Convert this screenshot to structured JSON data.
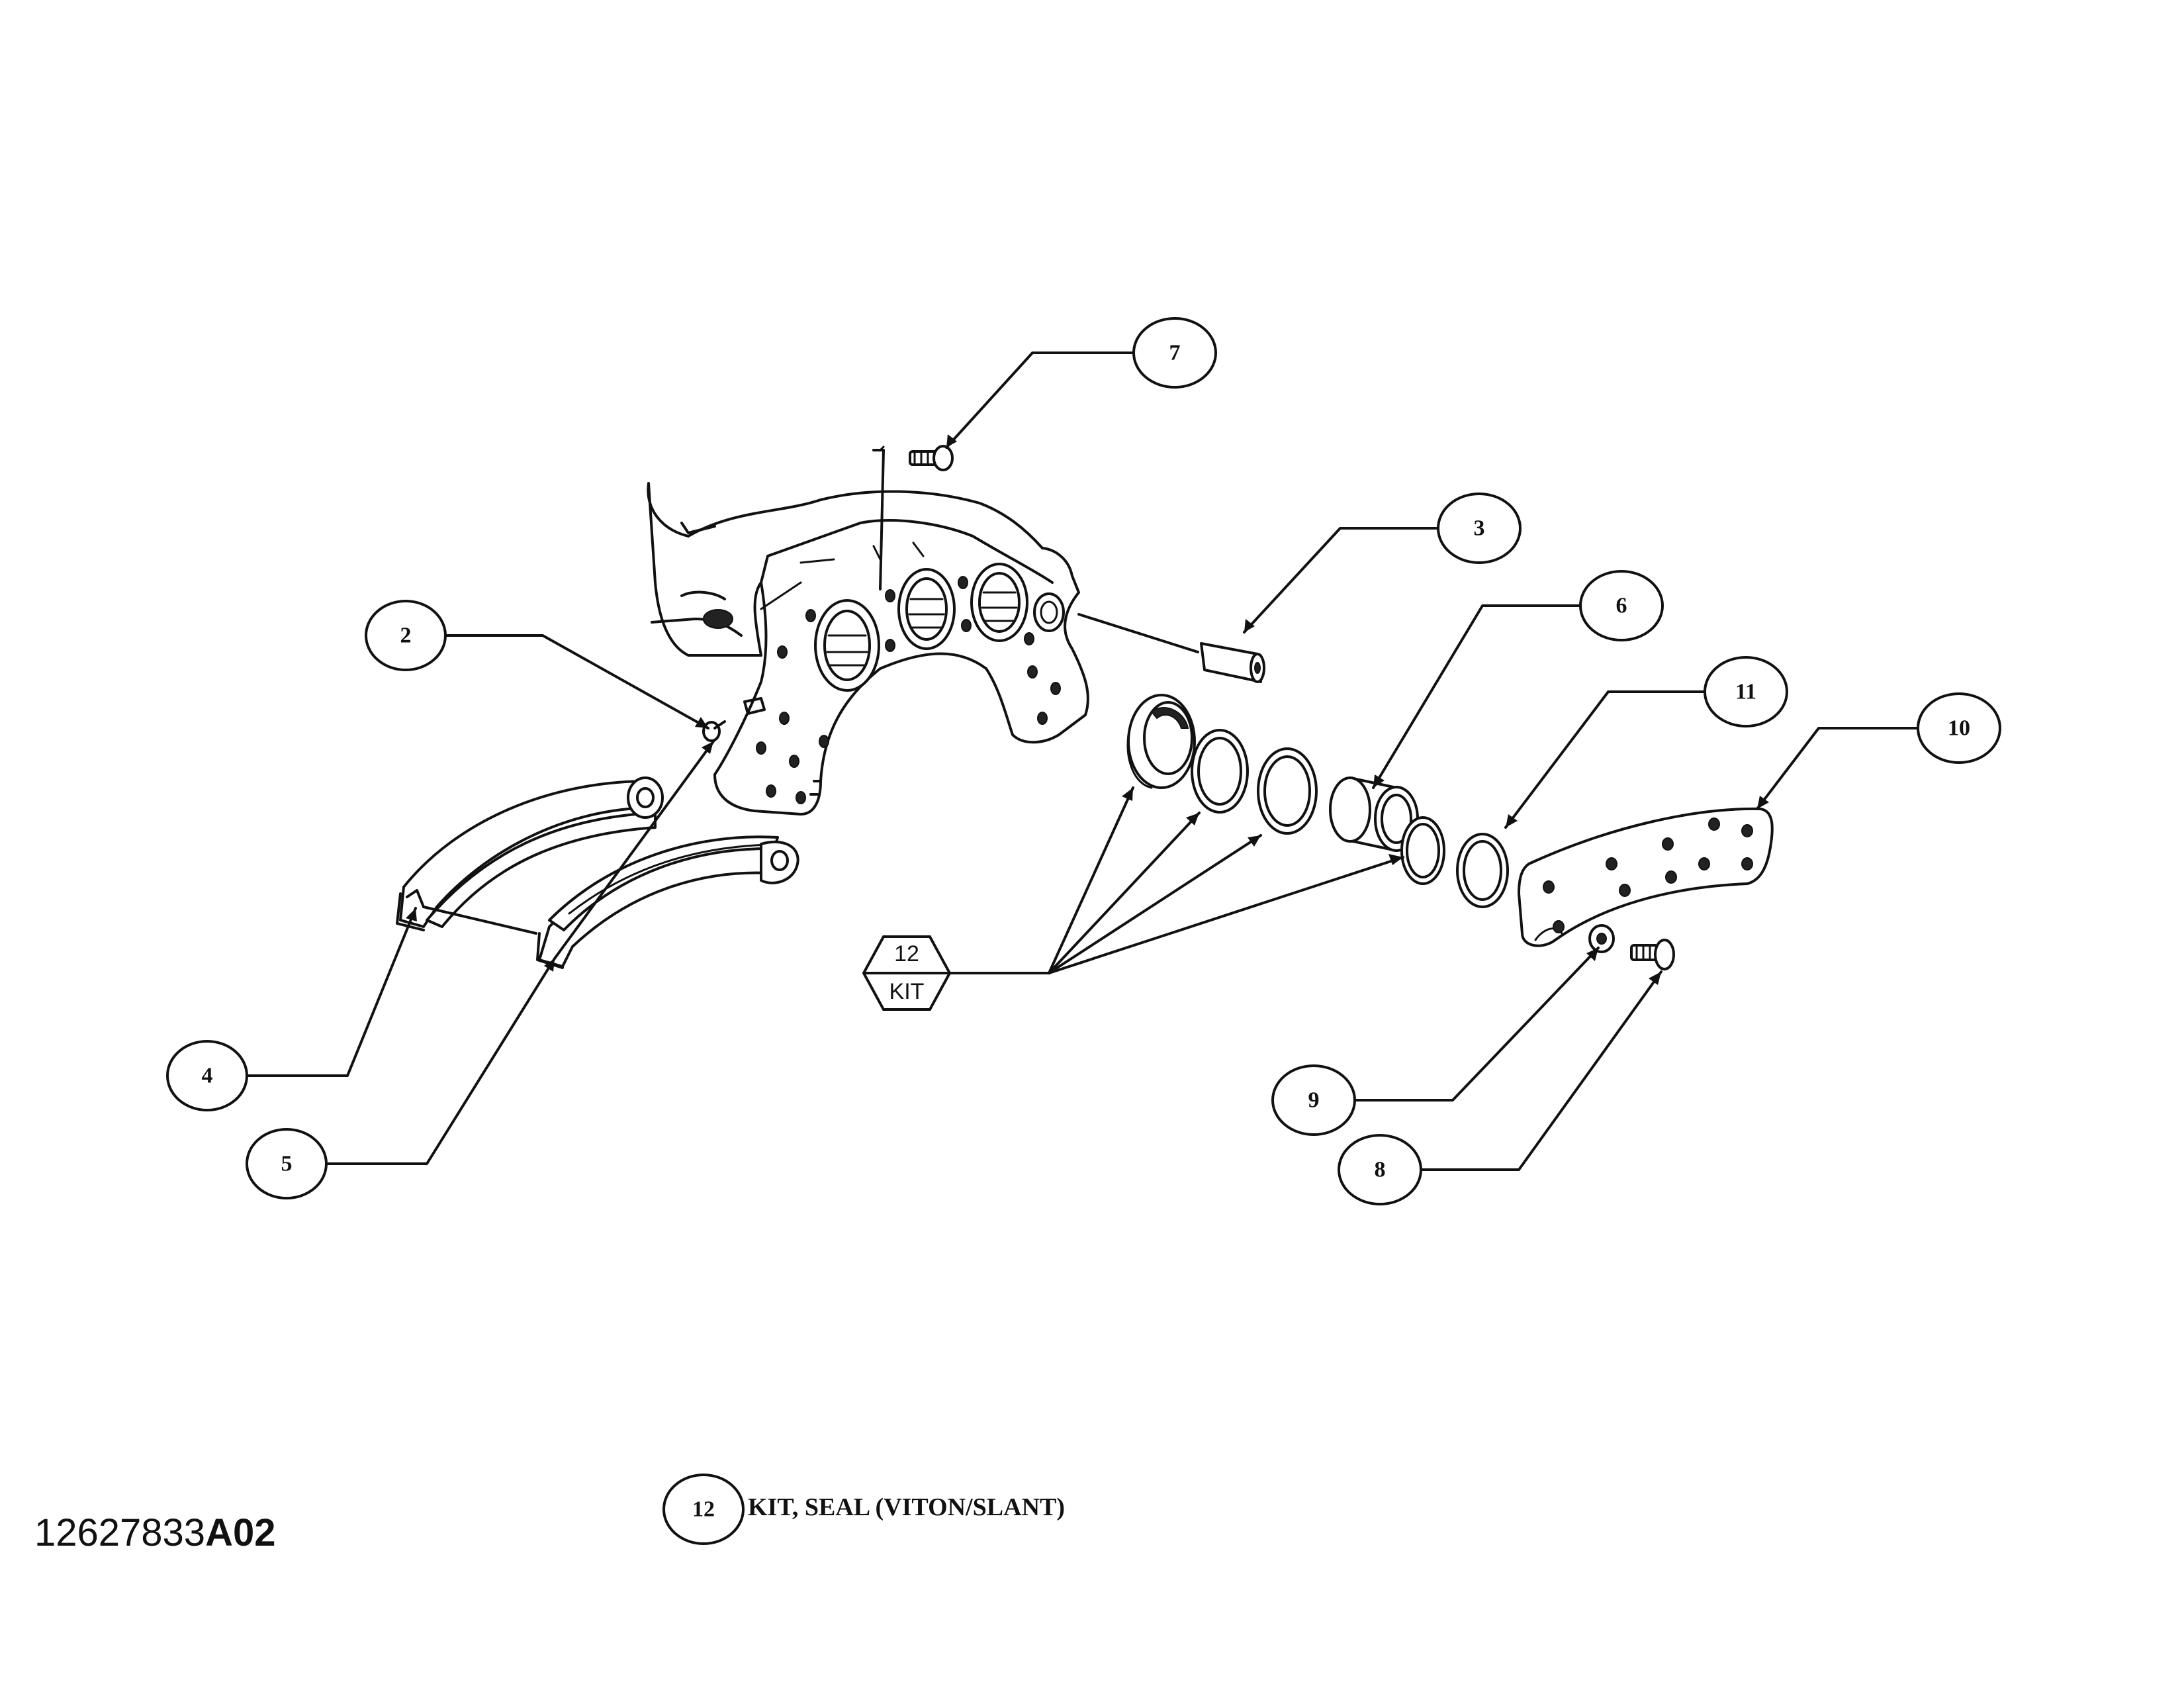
{
  "callouts": {
    "c2": "2",
    "c3": "3",
    "c4": "4",
    "c5": "5",
    "c6": "6",
    "c7": "7",
    "c8": "8",
    "c9": "9",
    "c10": "10",
    "c11": "11"
  },
  "kit_callout": {
    "number": "12",
    "label": "KIT"
  },
  "legend": {
    "number": "12",
    "text": "KIT, SEAL (VITON/SLANT)"
  },
  "drawing_number": {
    "prefix": "12627833",
    "suffix": "A02"
  }
}
